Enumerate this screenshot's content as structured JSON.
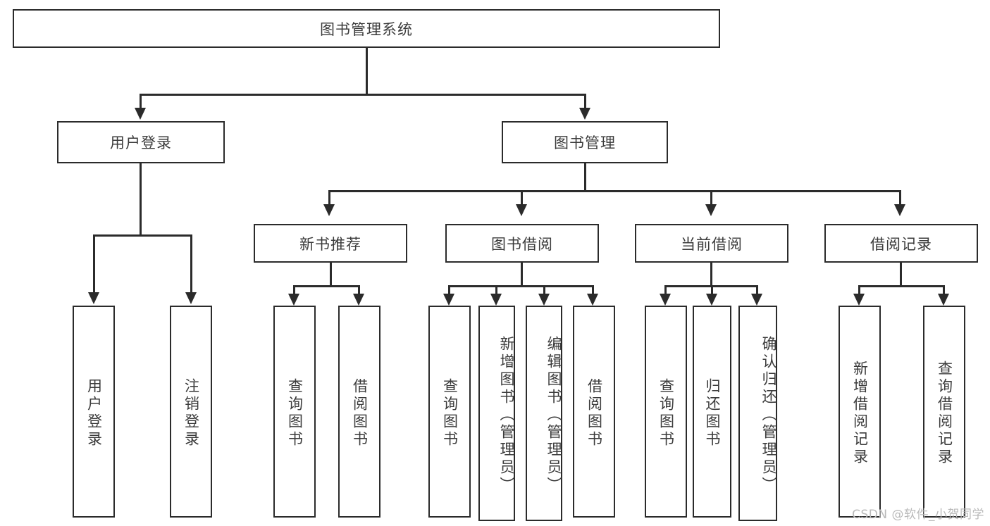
{
  "diagram": {
    "title": "图书管理系统",
    "type": "tree-hierarchy",
    "root": {
      "label": "图书管理系统"
    },
    "level2": [
      {
        "label": "用户登录"
      },
      {
        "label": "图书管理"
      }
    ],
    "level3": [
      {
        "label": "新书推荐"
      },
      {
        "label": "图书借阅"
      },
      {
        "label": "当前借阅"
      },
      {
        "label": "借阅记录"
      }
    ],
    "leaves": {
      "user_login": [
        {
          "label": "用户登录"
        },
        {
          "label": "注销登录"
        }
      ],
      "new_book_recommend": [
        {
          "label": "查询图书"
        },
        {
          "label": "借阅图书"
        }
      ],
      "book_borrow": [
        {
          "label": "查询图书"
        },
        {
          "label": "新增图书（管理员）"
        },
        {
          "label": "编辑图书（管理员）"
        },
        {
          "label": "借阅图书"
        }
      ],
      "current_borrow": [
        {
          "label": "查询图书"
        },
        {
          "label": "归还图书"
        },
        {
          "label": "确认归还（管理员）"
        }
      ],
      "borrow_record": [
        {
          "label": "新增借阅记录"
        },
        {
          "label": "查询借阅记录"
        }
      ]
    }
  },
  "watermark": {
    "text": "CSDN @软件_小贺同学"
  },
  "colors": {
    "stroke": "#2b2b2b",
    "text": "#3b3b3b",
    "background": "#ffffff",
    "watermark": "#b9b9b9"
  }
}
